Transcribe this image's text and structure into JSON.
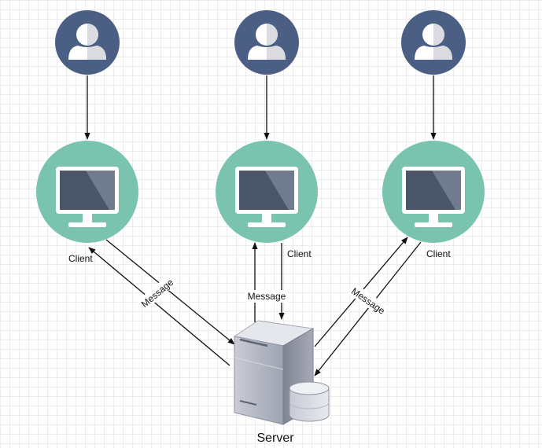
{
  "colors": {
    "user": "#4b5e83",
    "client": "#7ac4af",
    "monitor_frame": "#ffffff",
    "monitor_screen": "#4a5568",
    "arrow": "#111111",
    "server_body": "#b8bcc8"
  },
  "users": [
    {
      "icon": "user-icon"
    },
    {
      "icon": "user-icon"
    },
    {
      "icon": "user-icon"
    }
  ],
  "clients": [
    {
      "label": "Client",
      "icon": "monitor-icon"
    },
    {
      "label": "Client",
      "icon": "monitor-icon"
    },
    {
      "label": "Client",
      "icon": "monitor-icon"
    }
  ],
  "messages": [
    {
      "label": "Message"
    },
    {
      "label": "Message"
    },
    {
      "label": "Message"
    }
  ],
  "server": {
    "label": "Server",
    "icon": "server-icon"
  }
}
